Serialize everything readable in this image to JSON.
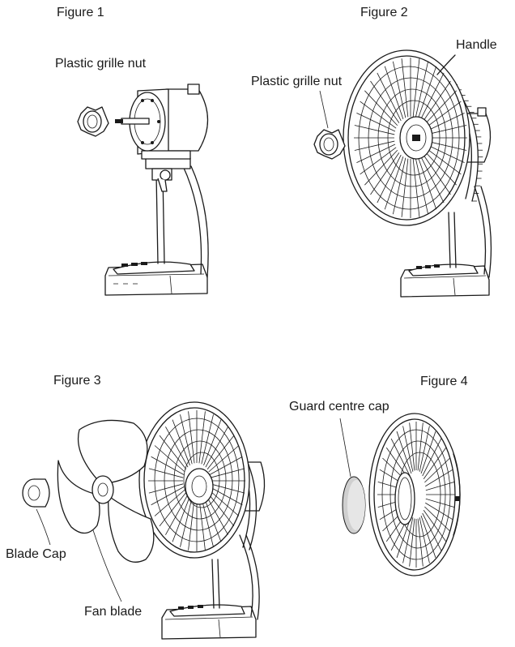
{
  "figures": [
    {
      "title": "Figure 1",
      "labels": [
        "Plastic grille nut"
      ]
    },
    {
      "title": "Figure 2",
      "labels": [
        "Plastic grille nut",
        "Handle"
      ]
    },
    {
      "title": "Figure 3",
      "labels": [
        "Blade Cap",
        "Fan blade"
      ]
    },
    {
      "title": "Figure 4",
      "labels": [
        "Guard centre cap"
      ]
    }
  ]
}
